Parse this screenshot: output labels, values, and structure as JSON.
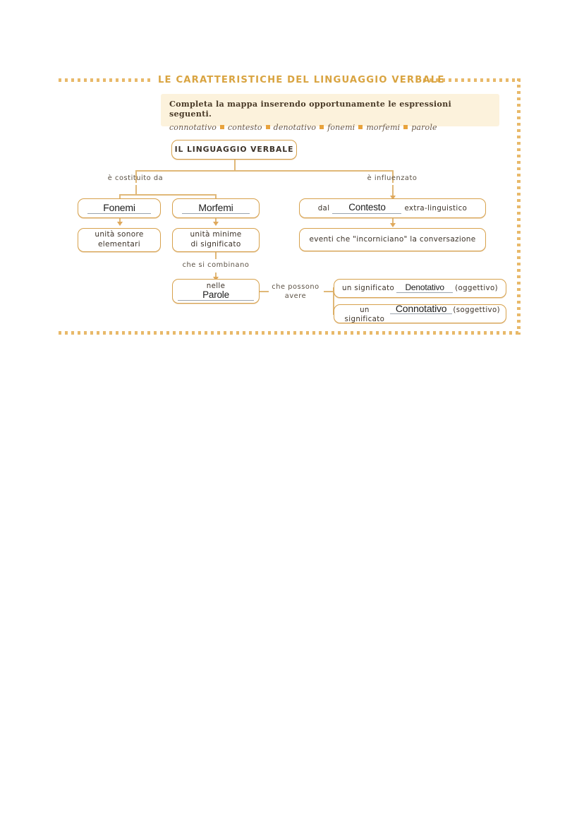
{
  "title": "LE CARATTERISTICHE DEL LINGUAGGIO VERBALE",
  "instruction": {
    "heading": "Completa la mappa inserendo opportunamente le espressioni seguenti.",
    "words": [
      "connotativo",
      "contesto",
      "denotativo",
      "fonemi",
      "morfemi",
      "parole"
    ]
  },
  "colors": {
    "title": "#d9a441",
    "node_border": "#d7a14c",
    "line": "#e0b878",
    "panel_bg": "#fcf2dc",
    "bullet": "#e8a33c"
  },
  "diagram": {
    "root": "IL LINGUAGGIO VERBALE",
    "edge_left": "è costituito da",
    "edge_right": "è influenzato",
    "edge_combine": "che si combinano",
    "edge_have": "che possono\navere",
    "fonemi": {
      "answer": "Fonemi"
    },
    "morfemi": {
      "answer": "Morfemi"
    },
    "fonemi_def": "unità sonore\nelementari",
    "morfemi_def": "unità minime\ndi significato",
    "contesto": {
      "prefix": "dal",
      "answer": "Contesto",
      "suffix": "extra-linguistico"
    },
    "eventi": "eventi che \"incorniciano\" la conversazione",
    "parole": {
      "prefix": "nelle",
      "answer": "Parole"
    },
    "denotativo": {
      "prefix": "un significato",
      "answer": "Denotativo",
      "suffix": "(oggettivo)"
    },
    "connotativo": {
      "prefix": "un significato",
      "answer": "Connotativo",
      "suffix": "(soggettivo)"
    }
  }
}
